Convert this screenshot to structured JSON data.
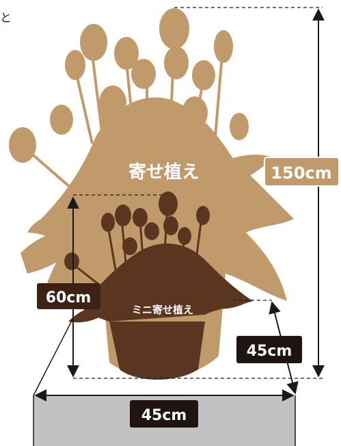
{
  "corner_text": "と",
  "large_arrangement": {
    "name": "寄せ植え",
    "height_label": "150cm"
  },
  "mini_arrangement": {
    "name": "ミニ寄せ植え",
    "height_label": "60cm",
    "width_label": "45cm"
  },
  "base": {
    "width_label": "45cm"
  },
  "colors": {
    "large_plant": "#c19a6b",
    "mini_plant": "#5a3621",
    "label_box": "#3b2214",
    "base_block": "#c2c2c2",
    "line": "#1a1a1a"
  }
}
